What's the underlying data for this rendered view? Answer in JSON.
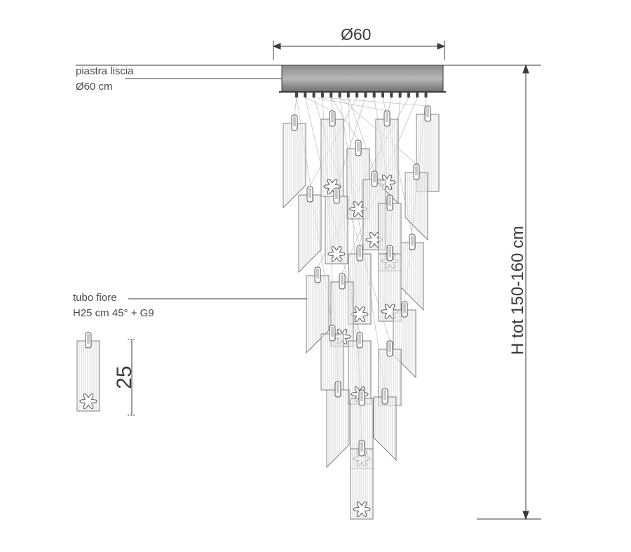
{
  "diameter_label": "Ø60",
  "ceiling_plate": {
    "name_label": "piastra liscia",
    "size_label": "Ø60 cm"
  },
  "tube": {
    "name_label": "tubo fiore",
    "spec_label": "H25 cm 45° + G9",
    "height_label": "25"
  },
  "total_height_label": "H tot 150-160 cm",
  "colors": {
    "line": "#3a3a3a",
    "plate_fill": "#9a9a9a",
    "glass_stroke": "#7d7d7d"
  }
}
